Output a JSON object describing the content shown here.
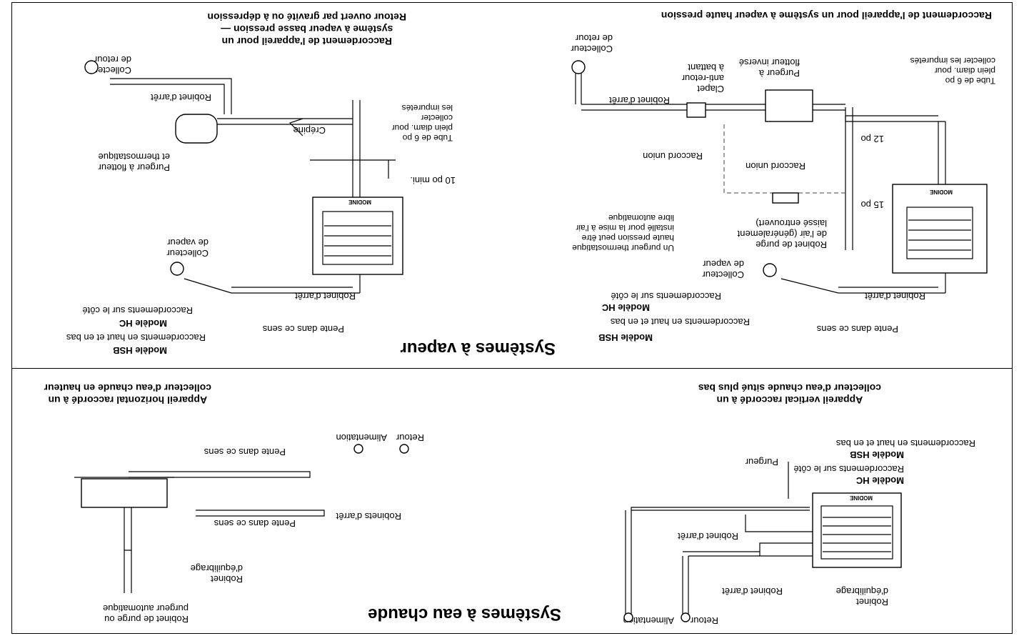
{
  "brand": "MODINE",
  "hot_water": {
    "title": "Systèmes à eau chaude",
    "left": {
      "heading": "Appareil horizontal raccordé à un\ncollecteur d'eau chaude en hauteur",
      "model_hc": "Modèle HC",
      "hc_desc": "Raccordements sur le côté",
      "model_hsb": "Modèle HSB",
      "hsb_desc": "Raccordements en haut et en bas",
      "purgeur": "Purgeur",
      "robinet_arret": "Robinet d'arrêt",
      "robinet_arret2": "Robinet d'arrêt",
      "robinet_equilibrage": "Robinet\nd'équilibrage",
      "retour": "Retour",
      "alimentation": "Alimentation"
    },
    "right": {
      "heading": "Appareil vertical raccordé à un\ncollecteur d'eau chaude situé plus bas",
      "retour": "Retour",
      "alimentation": "Alimentation",
      "pente1": "Pente dans ce sens",
      "pente2": "Pente dans ce sens",
      "robinets_arret": "Robinets d'arrêt",
      "robinet_equilibrage": "Robinet\nd'équilibrage",
      "purge": "Robinet de purge ou\npurgeur automatique"
    }
  },
  "steam": {
    "title": "Systèmes à vapeur",
    "left": {
      "heading": "Raccordement de l'appareil pour un système à vapeur haute pression",
      "model_hsb": "Modèle HSB",
      "hsb_desc": "Raccordements en haut et en bas",
      "model_hc": "Modèle HC",
      "hc_desc": "Raccordements sur le côté",
      "pente": "Pente dans ce sens",
      "robinet_arret_bottom": "Robinet d'arrêt",
      "collecteur_vapeur": "Collecteur\nde vapeur",
      "robinet_purge": "Robinet de purge\nde l'air (généralement\nlaissé entrouvert)",
      "purgeur_thermo": "Un purgeur thermostatique\nhaute pression peut être\ninstallé pour la mise à l'air\nlibre automatique",
      "dim_15": "15 po",
      "dim_12": "12 po",
      "raccord_union1": "Raccord union",
      "raccord_union2": "Raccord union",
      "tube": "Tube de 6 po\nplein diam. pour\ncollecter les impuretés",
      "purgeur_flotteur": "Purgeur à\nflotteur inversé",
      "clapet": "Clapet\nanti-retour\nà battant",
      "robinet_arret_top": "Robinet d'arrêt",
      "collecteur_retour": "Collecteur\nde retour"
    },
    "right": {
      "heading": "Raccordement de l'appareil pour un\nsystème à vapeur basse pression —\nRetour ouvert par gravité ou à dépression",
      "model_hsb": "Modèle HSB",
      "hsb_desc": "Raccordements en haut et en bas",
      "model_hc": "Modèle HC",
      "hc_desc": "Raccordements sur le côté",
      "pente": "Pente dans ce sens",
      "robinet_arret_bottom": "Robinet d'arrêt",
      "collecteur_vapeur": "Collecteur\nde vapeur",
      "dim_10": "10 po mini.",
      "tube": "Tube de 6 po\nplein diam. pour\ncollecter\nles impuretés",
      "crepine": "Crépine",
      "purgeur_flotteur": "Purgeur à flotteur\net thermostatique",
      "robinet_arret_top": "Robinet d'arrêt",
      "collecteur_retour": "Collecteur\nde retour"
    }
  }
}
